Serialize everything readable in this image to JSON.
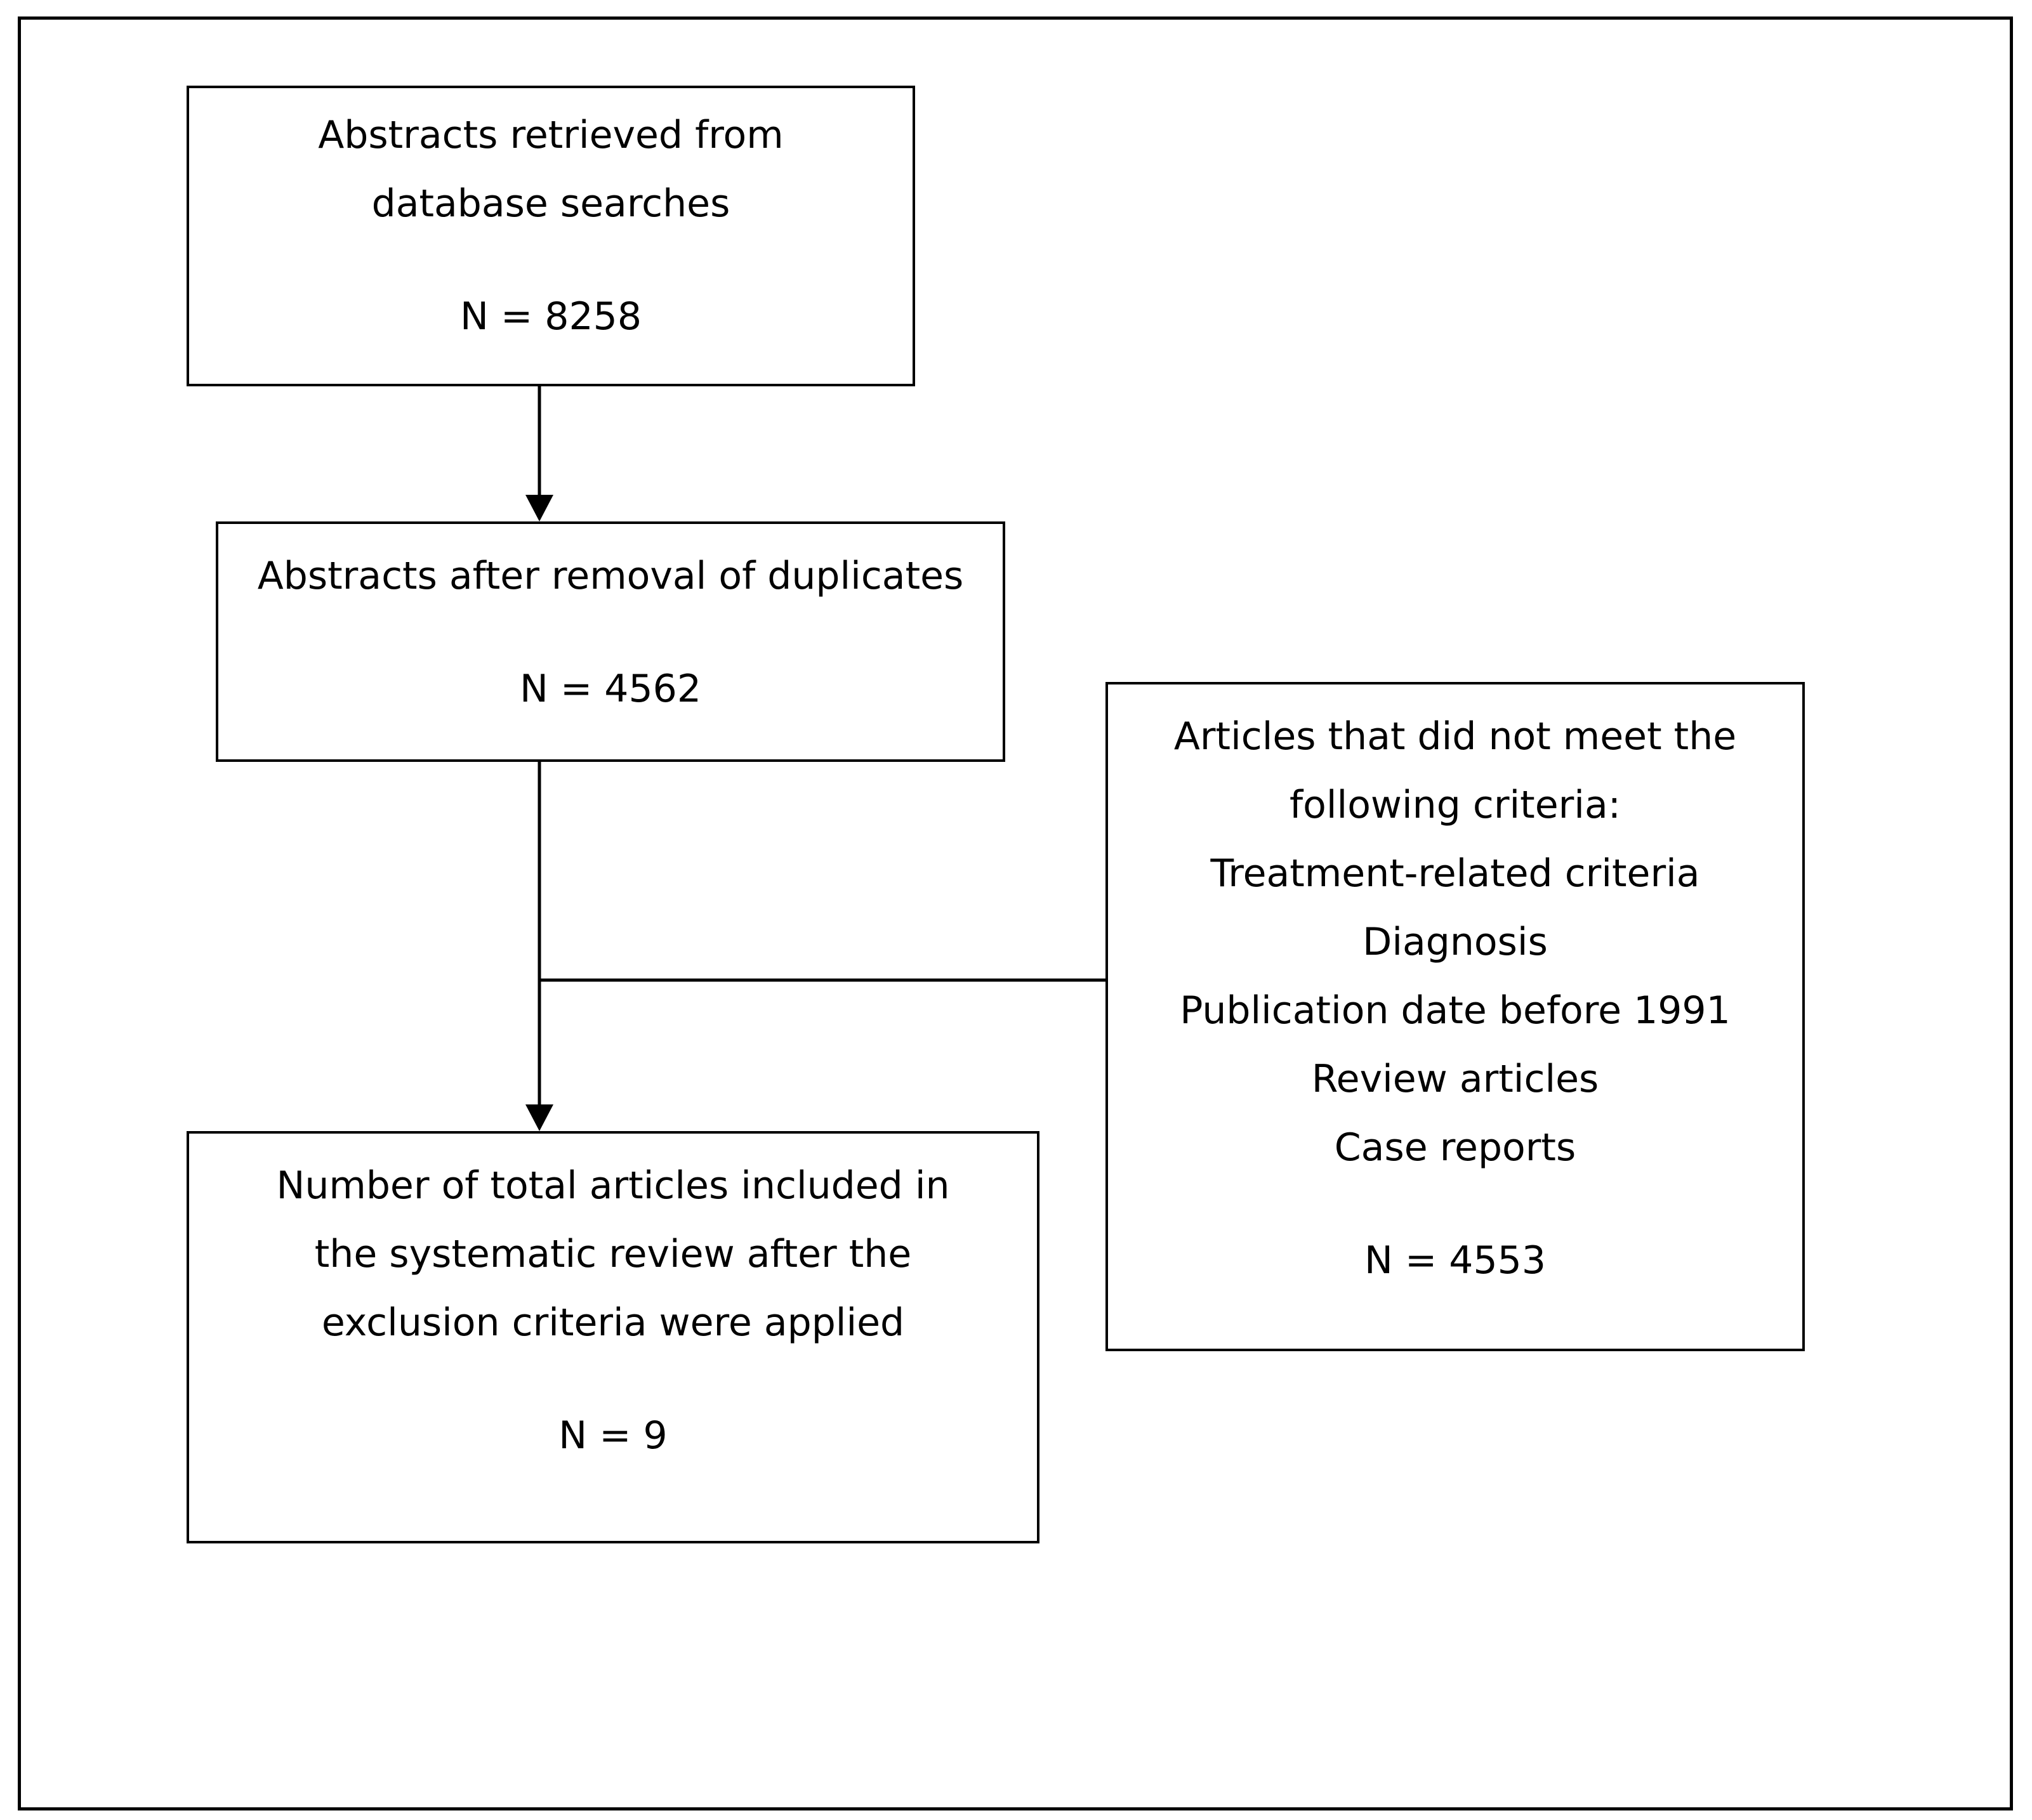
{
  "nodes": {
    "retrieved": {
      "lines": [
        "Abstracts retrieved from",
        "database searches"
      ],
      "count": "N = 8258"
    },
    "deduplicated": {
      "lines": [
        "Abstracts after removal of duplicates"
      ],
      "count": "N = 4562"
    },
    "excluded": {
      "lines": [
        "Articles that did not meet the",
        "following criteria:",
        "Treatment-related criteria",
        "Diagnosis",
        "Publication date before 1991",
        "Review articles",
        "Case reports"
      ],
      "count": "N = 4553"
    },
    "included": {
      "lines": [
        "Number of total articles included  in",
        "the systematic  review after the",
        "exclusion criteria  were applied"
      ],
      "count": "N = 9"
    }
  },
  "edges": [
    {
      "from": "retrieved",
      "to": "deduplicated",
      "arrow": true
    },
    {
      "from": "deduplicated",
      "to": "included",
      "arrow": true
    },
    {
      "from": "excluded",
      "to": "deduplicated-included-line",
      "arrow": false
    }
  ],
  "colors": {
    "line": "#000000",
    "background": "#ffffff"
  }
}
